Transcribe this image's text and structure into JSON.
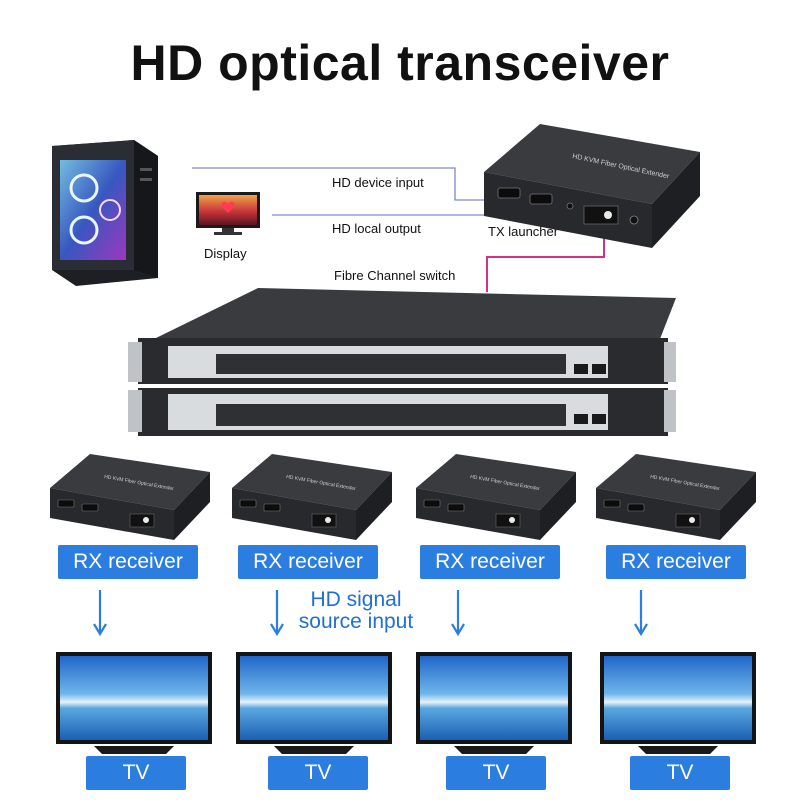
{
  "title": "HD optical transceiver",
  "colors": {
    "accent_blue": "#2b7de0",
    "link_magenta": "#d62f8a",
    "line_blue": "#7c86d8",
    "device_dark": "#2c2c2e"
  },
  "labels": {
    "hd_device_input": "HD device input",
    "hd_local_output": "HD local output",
    "display": "Display",
    "tx_launcher": "TX launcher",
    "fibre_switch": "Fibre Channel switch",
    "hd_signal_line1": "HD signal",
    "hd_signal_line2": "source input"
  },
  "receivers": [
    {
      "label": "RX receiver"
    },
    {
      "label": "RX receiver"
    },
    {
      "label": "RX receiver"
    },
    {
      "label": "RX receiver"
    }
  ],
  "tvs": [
    {
      "label": "TV"
    },
    {
      "label": "TV"
    },
    {
      "label": "TV"
    },
    {
      "label": "TV"
    }
  ],
  "device_text": {
    "tx_top": "HD KVM Fiber Optical Extender",
    "rx_top": "HD KVM Fiber Optical Extender"
  }
}
